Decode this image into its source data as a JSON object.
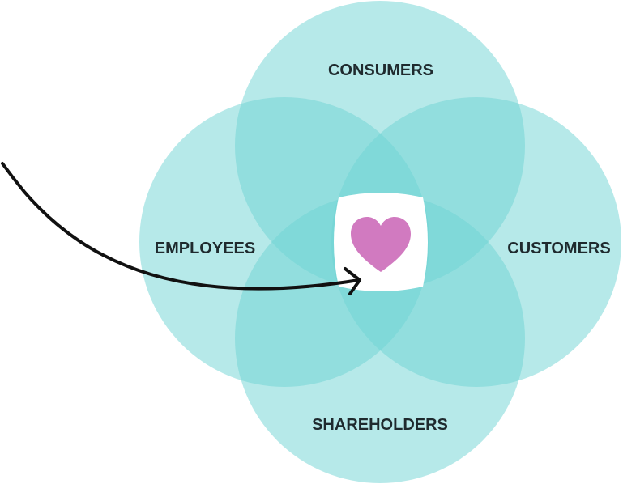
{
  "circles": {
    "top": "CONSUMERS",
    "left": "EMPLOYEES",
    "right": "CUSTOMERS",
    "bottom": "SHAREHOLDERS"
  },
  "center": {
    "icon": "heart-icon"
  },
  "colors": {
    "circle_fill": "#6ed3d3",
    "center_fill": "#ffffff",
    "heart": "#d17ac0",
    "arrow": "#111111",
    "label": "#1f2a2e"
  }
}
